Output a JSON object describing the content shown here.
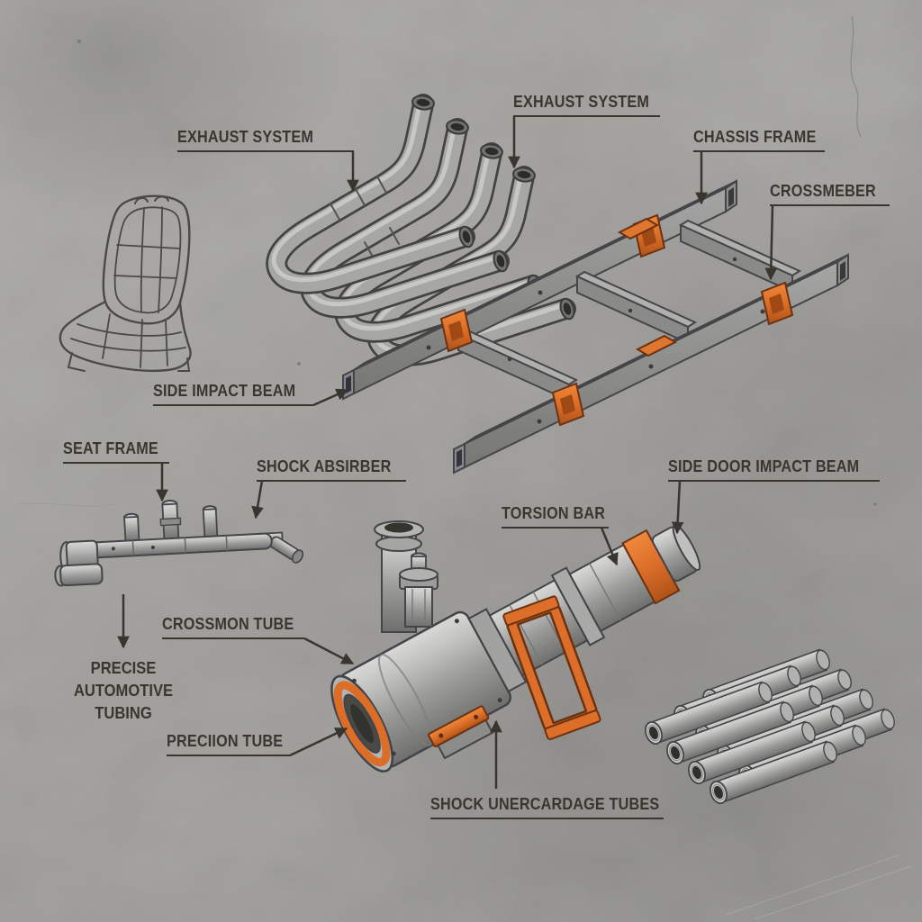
{
  "diagram": {
    "subject": "automotive structural components diagram",
    "colors": {
      "background": "#a7a6a3",
      "label_text": "#38362f",
      "leader_line": "#38362f",
      "accent_orange": "#df6f28",
      "metal_light": "#dcdcda",
      "metal_mid": "#9d9d9b",
      "metal_dark": "#707070",
      "outline": "#46464a"
    },
    "labels": {
      "exhaust_left": "EXHAUST SYSTEM",
      "exhaust_top": "EXHAUST SYSTEM",
      "chassis_frame": "CHASSIS FRAME",
      "crossmember": "CROSSMEBER",
      "side_impact_beam": "SIDE IMPACT BEAM",
      "seat_frame": "SEAT FRAME",
      "shock_absorber": "SHOCK ABSIRBER",
      "side_door_impact_beam": "SIDE DOOR IMPACT BEAM",
      "torsion_bar": "TORSION BAR",
      "crossmon_tube": "CROSSMON TUBE",
      "precise_tubing_line1": "PRECISE",
      "precise_tubing_line2": "AUTOMOTIVE",
      "precise_tubing_line3": "TUBING",
      "precision_tube": "PRECIION TUBE",
      "shock_undercarriage_tubes": "SHOCK UNERCARDAGE TUBES"
    },
    "illustrations": [
      "seat-frame-wireframe",
      "exhaust-header-pipes",
      "ladder-chassis-frame",
      "axle-shock-assembly",
      "torsion-bar-cylinder-assembly",
      "round-tube-bundle"
    ]
  }
}
